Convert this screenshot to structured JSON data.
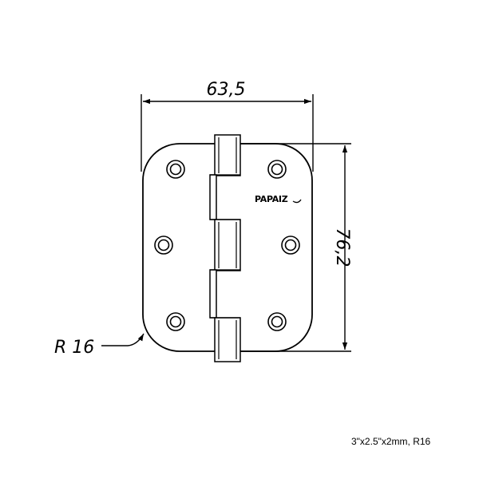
{
  "drawing": {
    "width_dimension": "63,5",
    "height_dimension": "76,2",
    "radius_label": "R 16",
    "brand": "PAPAIZ"
  },
  "caption": "3\"x2.5\"x2mm, R16"
}
